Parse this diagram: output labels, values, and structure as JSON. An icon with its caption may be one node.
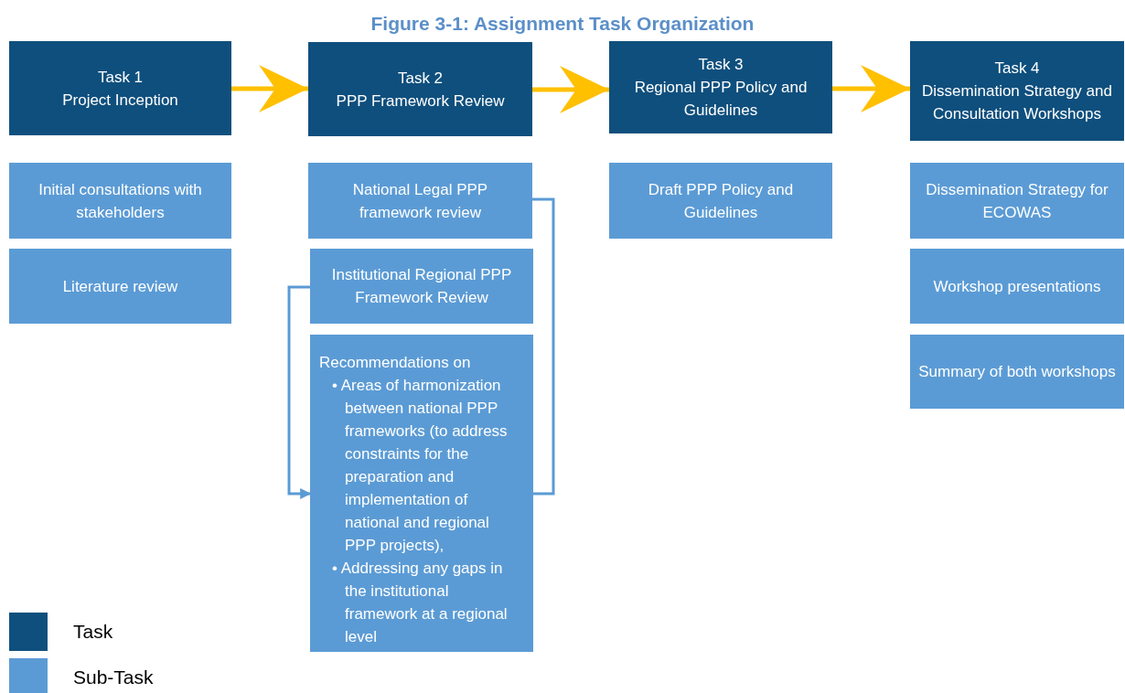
{
  "diagram": {
    "title": "Figure 3-1:  Assignment Task Organization",
    "nodes": [
      {
        "text": [
          "Task 1",
          "Project Inception"
        ]
      },
      {
        "text": [
          "Task 2",
          "PPP Framework Review"
        ]
      },
      {
        "text": [
          "Task 3",
          "Regional PPP Policy and Guidelines"
        ]
      },
      {
        "text": [
          "Task 4",
          "Dissemination Strategy and Consultation Workshops"
        ]
      },
      {
        "text": [
          "Initial consultations with stakeholders"
        ]
      },
      {
        "text": [
          "Literature review"
        ]
      },
      {
        "text": [
          "National Legal PPP framework review"
        ]
      },
      {
        "text": [
          "Institutional Regional PPP Framework Review"
        ]
      },
      {
        "text": [
          "Recommendations on",
          "• Areas of harmonization between national PPP frameworks (to address constraints for the preparation and implementation of national and regional PPP projects),",
          "• Addressing any gaps in the institutional framework at a regional level"
        ]
      },
      {
        "text": [
          "Draft PPP Policy and Guidelines"
        ]
      },
      {
        "text": [
          "Dissemination Strategy for ECOWAS"
        ]
      },
      {
        "text": [
          "Workshop presentations"
        ]
      },
      {
        "text": [
          "Summary of both workshops"
        ]
      }
    ],
    "edges": [
      {
        "from": 0,
        "to": 1,
        "arrow": "to"
      },
      {
        "from": 1,
        "to": 2,
        "arrow": "to"
      },
      {
        "from": 2,
        "to": 3,
        "arrow": "to"
      },
      {
        "from": 6,
        "to": 8,
        "arrow": "to",
        "color": "#5b9bd5"
      },
      {
        "from": 7,
        "to": 8,
        "arrow": "to",
        "color": "#5b9bd5"
      }
    ],
    "legend": [
      {
        "text": "Task",
        "color": "#0f4f7d"
      },
      {
        "text": "Sub-Task",
        "color": "#5b9bd5"
      }
    ]
  }
}
